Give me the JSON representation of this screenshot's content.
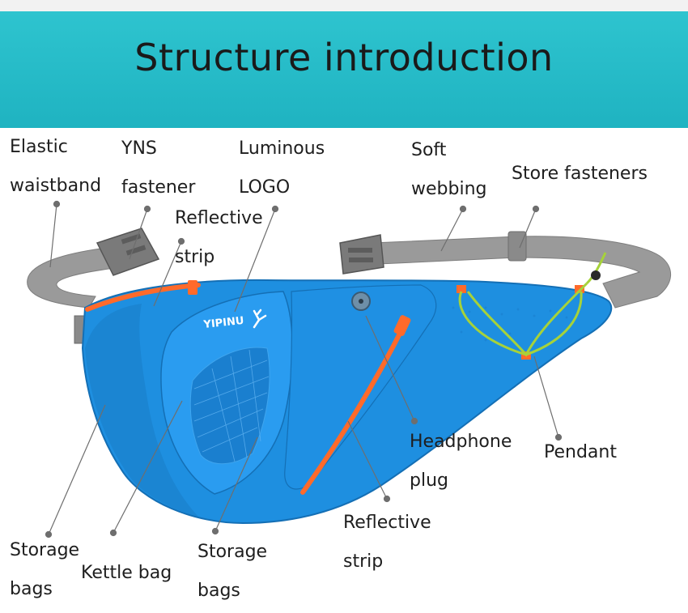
{
  "title": "Structure introduction",
  "brand_logo": "YIPINU",
  "colors": {
    "banner": "#1fb3c1",
    "bag_blue": "#1e8fe0",
    "zipper_orange": "#ff6a2a",
    "webbing_gray": "#8c8c8c",
    "cord_green": "#a6d23a"
  },
  "labels": {
    "elastic_waistband": [
      "Elastic",
      "waistband"
    ],
    "yns_fastener": [
      "YNS",
      "fastener"
    ],
    "luminous_logo": [
      "Luminous",
      "LOGO"
    ],
    "reflective_strip_top": [
      "Reflective",
      "strip"
    ],
    "soft_webbing": [
      "Soft",
      "webbing"
    ],
    "store_fasteners": [
      "Store fasteners"
    ],
    "headphone_plug": [
      "Headphone",
      "plug"
    ],
    "pendant": [
      "Pendant"
    ],
    "reflective_strip_bottom": [
      "Reflective",
      "strip"
    ],
    "storage_bags_left": [
      "Storage",
      "bags"
    ],
    "kettle_bag": [
      "Kettle bag"
    ],
    "storage_bags_middle": [
      "Storage",
      "bags"
    ]
  }
}
